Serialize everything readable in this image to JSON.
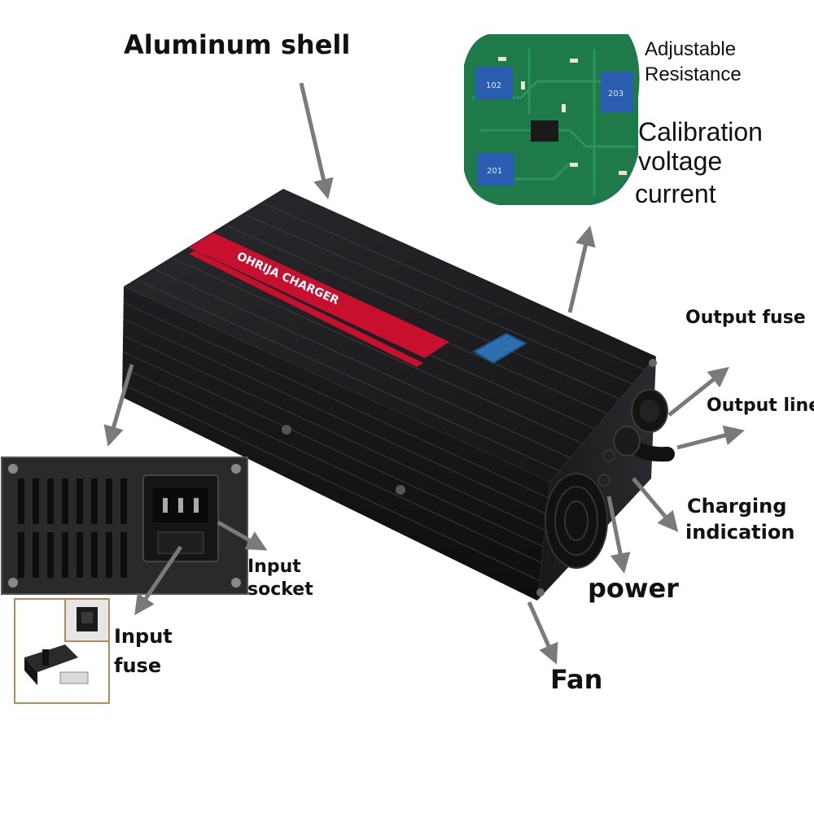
{
  "labels": {
    "aluminum_shell": "Aluminum shell",
    "adjustable_resistance_line1": "Adjustable",
    "adjustable_resistance_line2": "Resistance",
    "calibration_line1": "Calibration",
    "calibration_line2": "voltage",
    "calibration_line3": "current",
    "output_fuse": "Output fuse",
    "output_line": "Output line",
    "charging_indication_line1": "Charging",
    "charging_indication_line2": "indication",
    "power": "power",
    "fan": "Fan",
    "input_socket_line1": "Input",
    "input_socket_line2": "socket",
    "input_fuse_line1": "Input",
    "input_fuse_line2": "fuse"
  },
  "product": {
    "brand_text": "OHRIJA CHARGER"
  },
  "pcb": {
    "pot_labels": [
      "102",
      "203",
      "201"
    ]
  },
  "colors": {
    "arrow": "#7a7a7a",
    "shell": "#1c1c1f",
    "red_stripe": "#c8102e",
    "pcb_green": "#1f7a4a",
    "trimmer_blue": "#2a5db0"
  }
}
